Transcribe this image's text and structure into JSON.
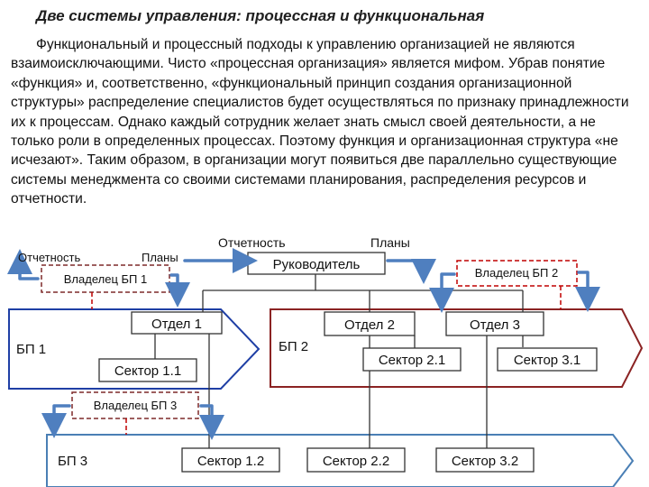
{
  "title": "Две системы управления: процессная и функциональная",
  "paragraph": "Функциональный и процессный подходы к управлению организацией не являются взаимоисключающими. Чисто «процессная организация» является мифом. Убрав понятие «функция» и, соответственно, «функциональный принцип создания организационной структуры» распределение специалистов будет осуществляться по признаку принадлежности их к процессам. Однако каждый сотрудник желает знать смысл своей деятельности, а не только роли в определенных процессах. Поэтому функция и организационная структура «не исчезают». Таким образом, в организации могут появиться две параллельно существующие системы менеджмента со своими системами планирования, распределения ресурсов и отчетности.",
  "diagram": {
    "head": {
      "label": "Руководитель",
      "report_label": "Отчетность",
      "plans_label": "Планы"
    },
    "owner1": {
      "label": "Владелец БП 1",
      "report_label": "Отчетность",
      "plans_label": "Планы"
    },
    "owner2": {
      "label": "Владелец БП 2"
    },
    "owner3": {
      "label": "Владелец БП 3"
    },
    "processes": {
      "bp1": "БП 1",
      "bp2": "БП 2",
      "bp3": "БП 3"
    },
    "departments": {
      "dept1": "Отдел 1",
      "dept2": "Отдел 2",
      "dept3": "Отдел 3"
    },
    "sectors": {
      "s11": "Сектор 1.1",
      "s12": "Сектор 1.2",
      "s21": "Сектор 2.1",
      "s22": "Сектор 2.2",
      "s31": "Сектор 3.1",
      "s32": "Сектор 3.2"
    },
    "colors": {
      "bp1": "#1f3fa5",
      "bp2": "#8b2323",
      "bp3": "#4a7fb5",
      "arrow": "#4f7fbf",
      "owner_dash": "#c00000",
      "line": "#333333"
    }
  }
}
